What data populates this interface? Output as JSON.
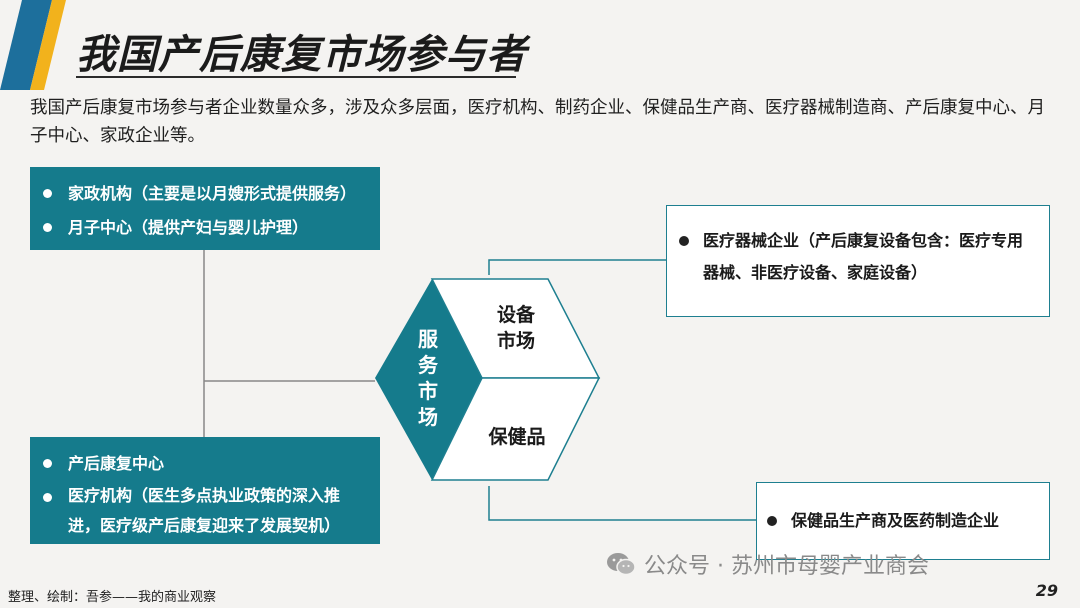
{
  "title": "我国产后康复市场参与者",
  "subtitle": "我国产后康复市场参与者企业数量众多，涉及众多层面，医疗机构、制药企业、保健品生产商、医疗器械制造商、产后康复中心、月子中心、家政企业等。",
  "left_top_box": {
    "items": [
      "家政机构（主要是以月嫂形式提供服务）",
      "月子中心（提供产妇与婴儿护理）"
    ]
  },
  "left_bottom_box": {
    "items": [
      "产后康复中心",
      "医疗机构（医生多点执业政策的深入推进，医疗级产后康复迎来了发展契机）"
    ]
  },
  "center": {
    "service_market": "服务市场",
    "equipment_market": "设备市场",
    "health_products": "保健品"
  },
  "right_top_box": {
    "items": [
      "医疗器械企业（产后康复设备包含：医疗专用器械、非医疗设备、家庭设备）"
    ]
  },
  "right_bottom_box": {
    "items": [
      "保健品生产商及医药制造企业"
    ]
  },
  "watermark": "公众号 · 苏州市母婴产业商会",
  "footer_credit": "整理、绘制：吾参——我的商业观察",
  "page_number": "29",
  "colors": {
    "teal": "#157b8c",
    "accent_yellow": "#f2b21c",
    "accent_blue": "#1d6f9c"
  }
}
